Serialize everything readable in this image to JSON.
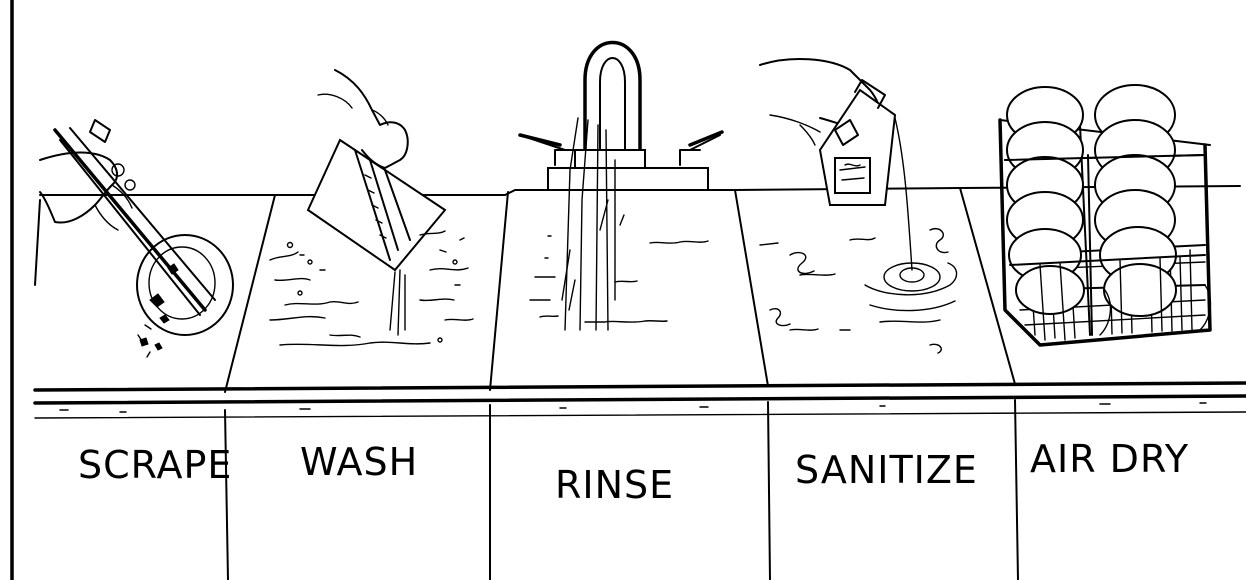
{
  "stations": [
    {
      "id": "scrape",
      "label": "SCRAPE"
    },
    {
      "id": "wash",
      "label": "WASH"
    },
    {
      "id": "rinse",
      "label": "RINSE"
    },
    {
      "id": "sanitize",
      "label": "SANITIZE"
    },
    {
      "id": "air-dry",
      "label": "AIR DRY"
    }
  ]
}
